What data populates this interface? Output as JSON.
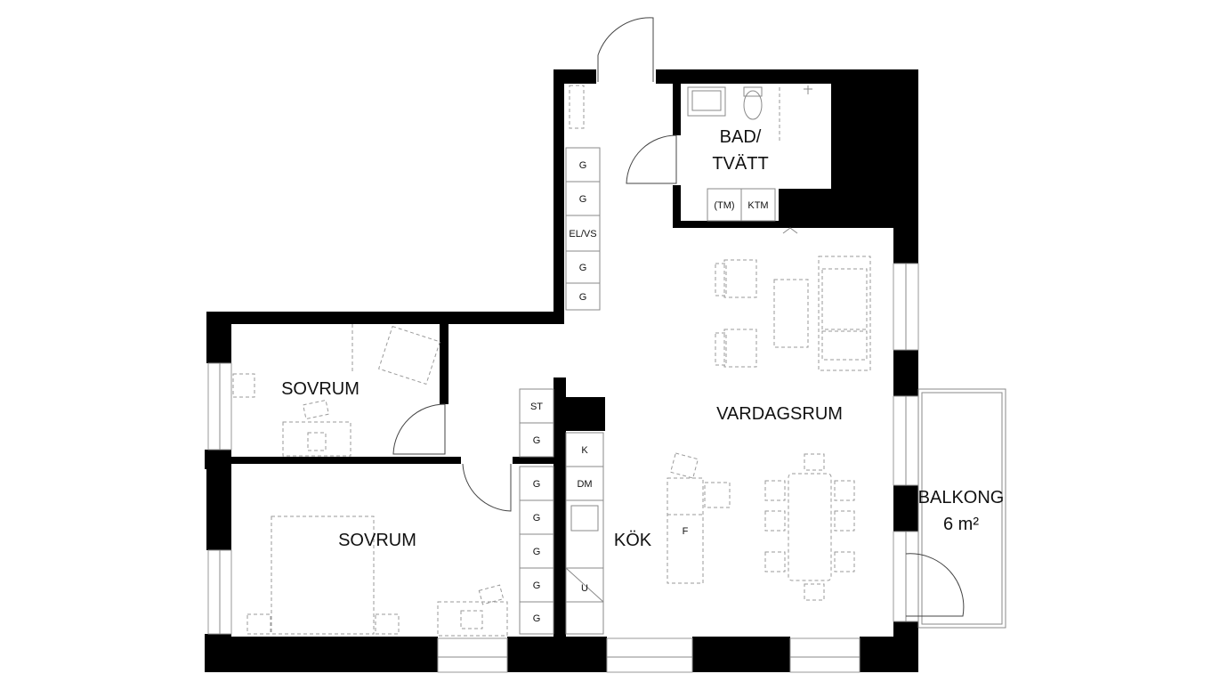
{
  "rooms": {
    "bath": [
      "BAD/",
      "TVÄTT"
    ],
    "bedroom_1": "SOVRUM",
    "bedroom_2": "SOVRUM",
    "living": "VARDAGSRUM",
    "kitchen": "KÖK",
    "balcony": "BALKONG",
    "balcony_area": "6 m²"
  },
  "hall_cabinets": [
    "G",
    "G",
    "EL/VS",
    "G",
    "G"
  ],
  "corridor_cabinets": [
    "ST",
    "G"
  ],
  "bedroom_wardrobes": [
    "G",
    "G",
    "G",
    "G",
    "G"
  ],
  "kitchen_units": {
    "k": "K",
    "dm": "DM",
    "f": "F",
    "u": "U"
  },
  "laundry": {
    "tm": "(TM)",
    "ktm": "KTM"
  },
  "colors": {
    "wall": "#000000",
    "furniture_line": "#9a9a9a",
    "background": "#ffffff"
  }
}
